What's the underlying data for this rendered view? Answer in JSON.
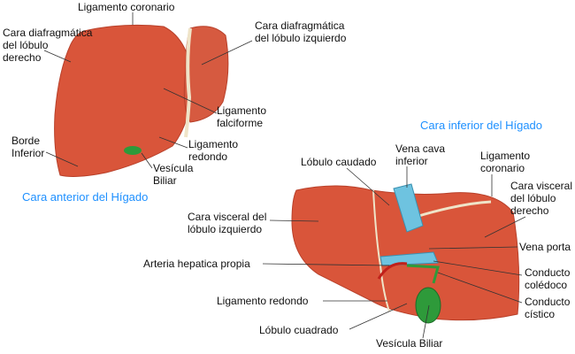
{
  "colors": {
    "liver": "#d9553a",
    "liver_dark": "#b8402a",
    "title": "#1e90ff",
    "gallbladder": "#2e9a3a",
    "vein": "#6ec3e0",
    "artery": "#c0201a",
    "ligament": "#efe4c8"
  },
  "anterior": {
    "title": "Cara anterior del Hígado",
    "labels": {
      "ligamento_coronario": "Ligamento coronario",
      "cara_diafragmatica_derecho": "Cara diafragmática\ndel lóbulo\nderecho",
      "cara_diafragmatica_izquierdo": "Cara diafragmática\ndel lóbulo izquierdo",
      "ligamento_falciforme": "Ligamento\nfalciforme",
      "ligamento_redondo": "Ligamento\nredondo",
      "borde_inferior": "Borde\nInferior",
      "vesicula_biliar": "Vesícula\nBiliar"
    }
  },
  "inferior": {
    "title": "Cara inferior del Hígado",
    "labels": {
      "lobulo_caudado": "Lóbulo caudado",
      "vena_cava": "Vena cava\ninferior",
      "ligamento_coronario": "Ligamento\ncoronario",
      "cara_visceral_derecho": "Cara visceral\ndel lóbulo\nderecho",
      "cara_visceral_izquierdo": "Cara visceral del\nlóbulo izquierdo",
      "vena_porta": "Vena porta",
      "arteria_hepatica": "Arteria hepatica propia",
      "conducto_coledoco": "Conducto\ncolédoco",
      "conducto_cistico": "Conducto\ncístico",
      "ligamento_redondo": "Ligamento redondo",
      "lobulo_cuadrado": "Lóbulo cuadrado",
      "vesicula_biliar": "Vesícula Biliar"
    }
  }
}
